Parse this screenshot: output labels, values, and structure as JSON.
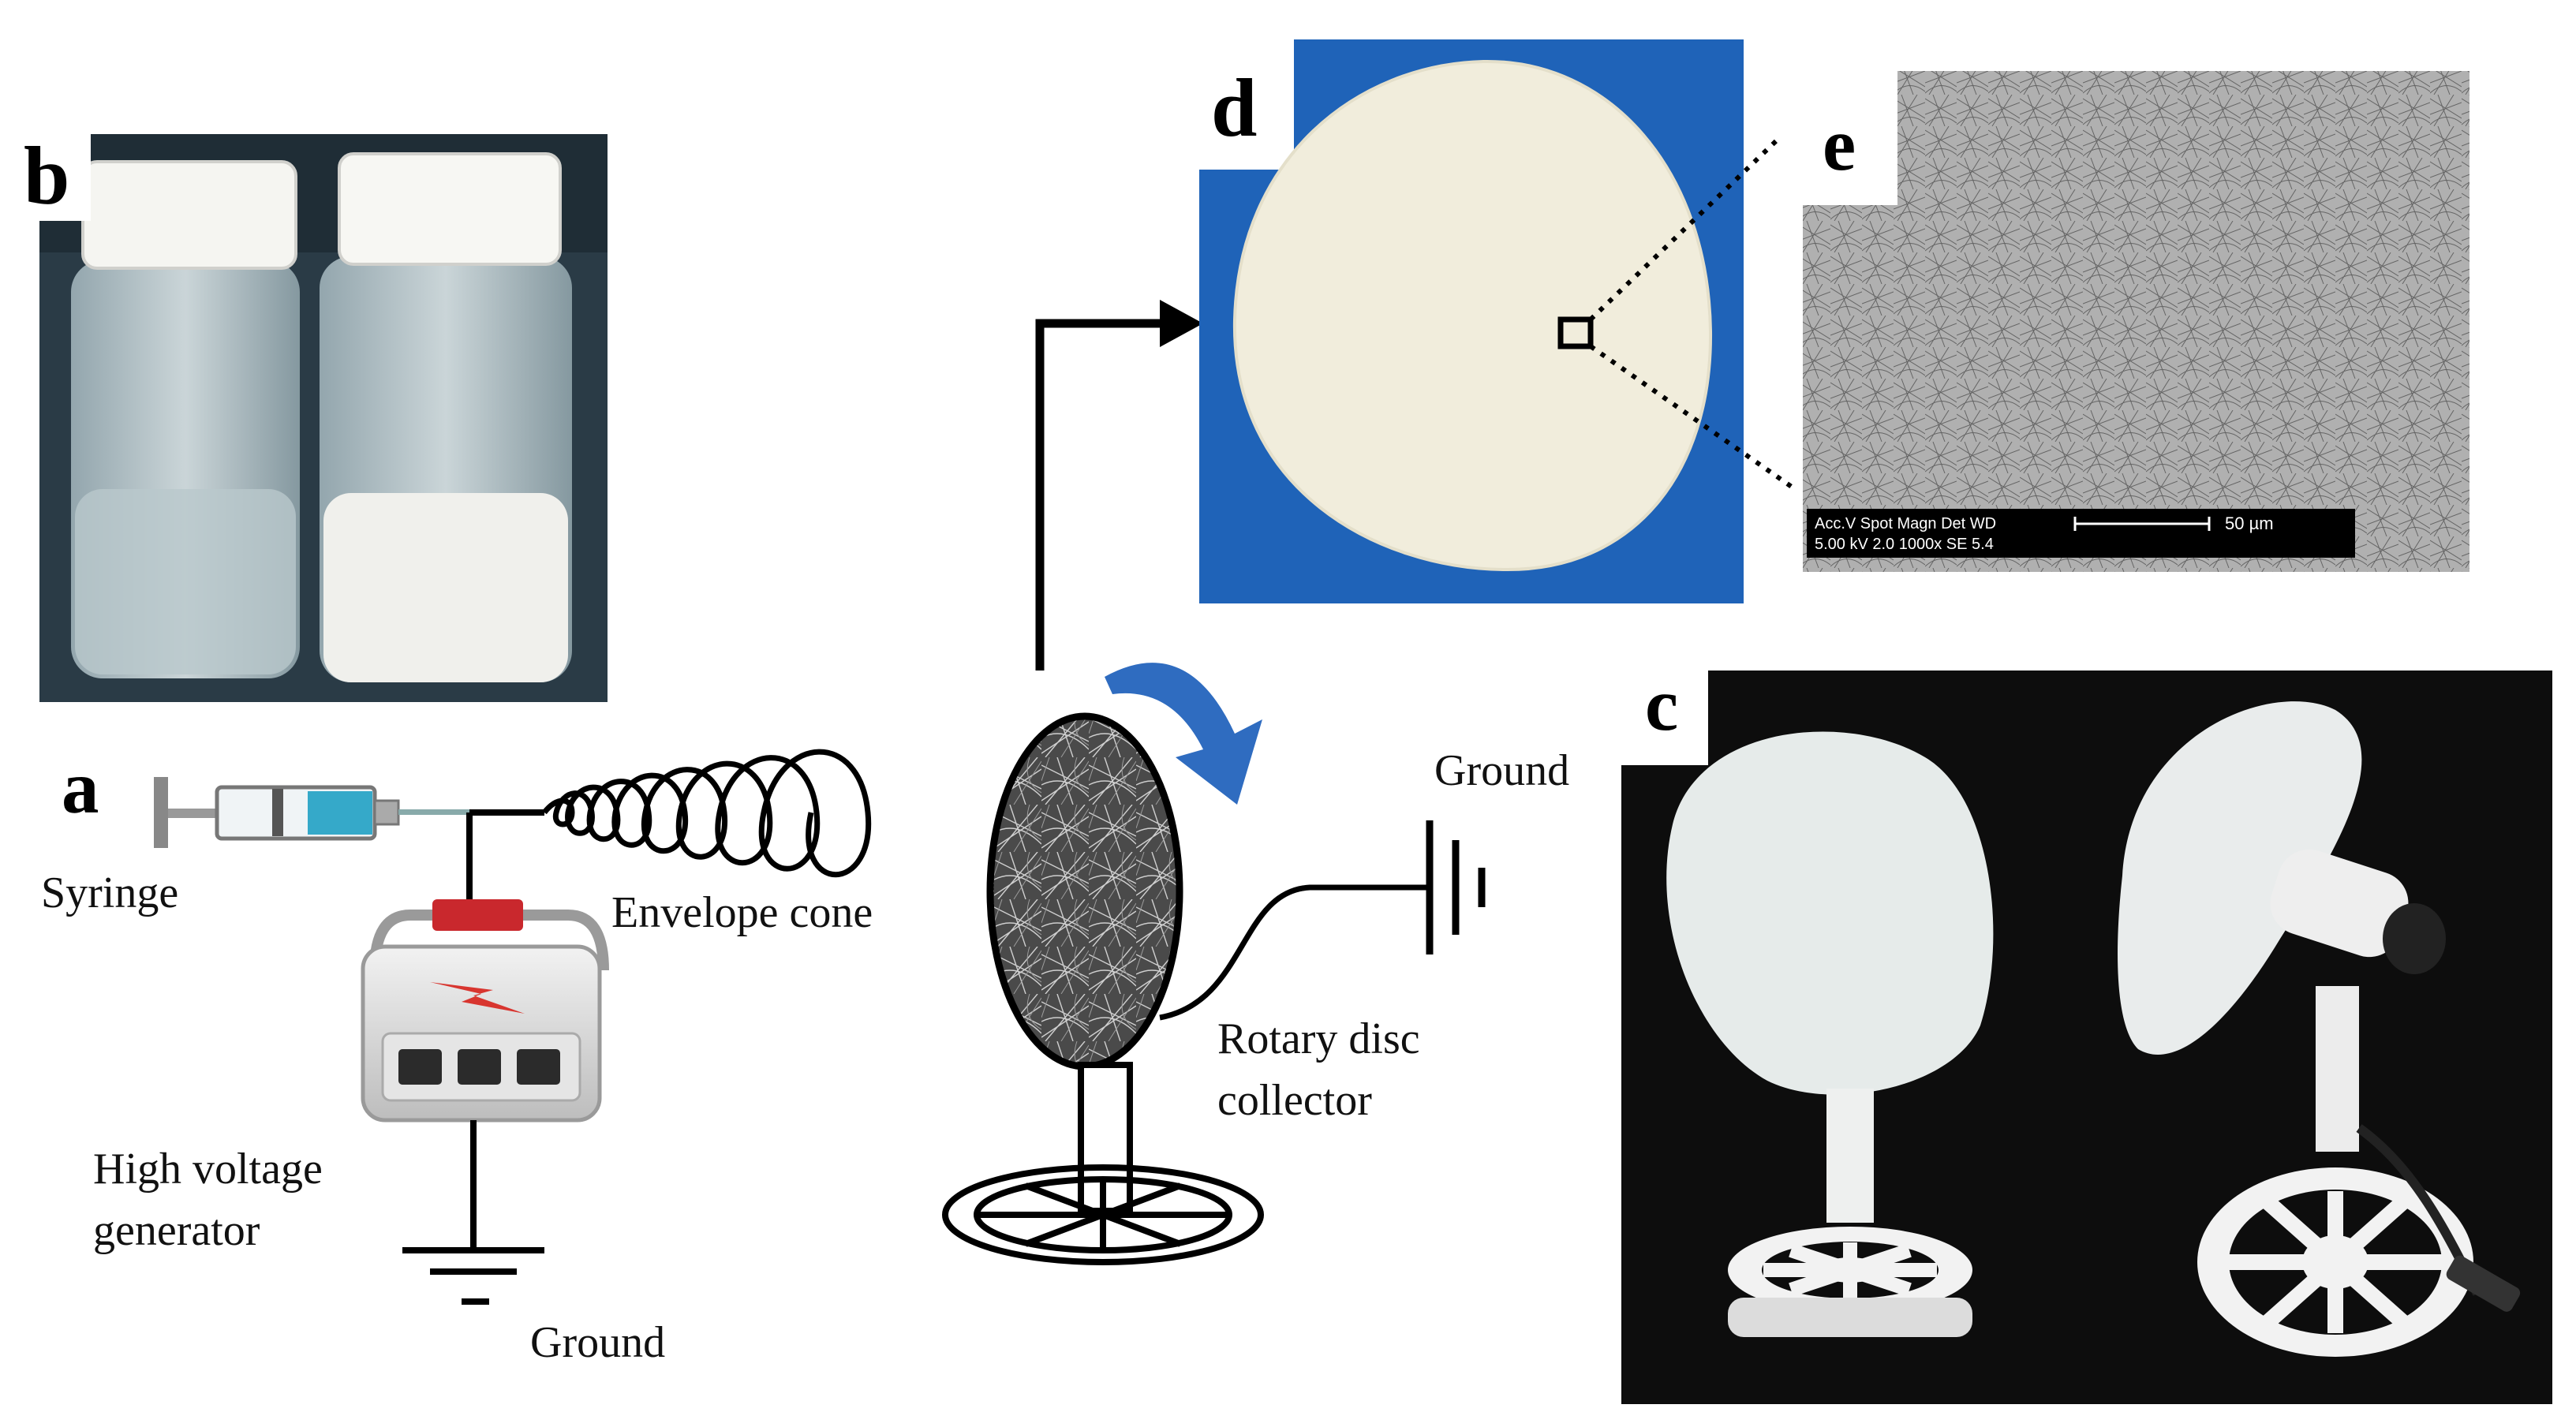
{
  "panels": {
    "a": "a",
    "b": "b",
    "c": "c",
    "d": "d",
    "e": "e"
  },
  "labels": {
    "syringe": "Syringe",
    "envelope_cone": "Envelope cone",
    "hv_line1": "High voltage",
    "hv_line2": "generator",
    "ground_left": "Ground",
    "ground_right": "Ground",
    "rotary_line1": "Rotary disc",
    "rotary_line2": "collector"
  },
  "sem_info": {
    "row1": "Acc.V  Spot Magn   Det  WD",
    "row2": "5.00 kV 2.0   1000x    SE   5.4",
    "scale_label": "50 µm"
  },
  "colors": {
    "blue_background": "#1f63b8",
    "arrow_blue": "#2f6cc0",
    "vial_white": "#f3f3ef",
    "photo_black": "#0d0d0d",
    "syringe_liquid": "#35a9c9",
    "generator_red": "#c9282d",
    "sem_gray": "#6f6f6f"
  }
}
